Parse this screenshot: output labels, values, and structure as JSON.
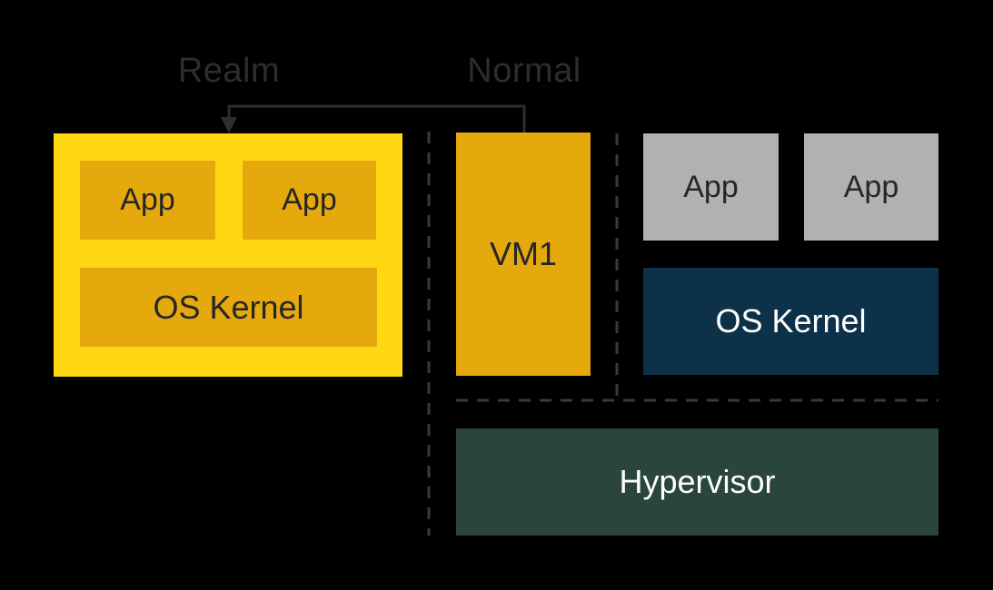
{
  "diagram": {
    "title_labels": {
      "realm": "Realm",
      "normal": "Normal"
    },
    "realm_world": {
      "apps": [
        "App",
        "App"
      ],
      "kernel": "OS Kernel"
    },
    "normal_world": {
      "vm": "VM1",
      "apps": [
        "App",
        "App"
      ],
      "kernel": "OS Kernel",
      "hypervisor": "Hypervisor"
    },
    "colors": {
      "background": "#000000",
      "realm_box": "#FFD713",
      "inner_gold": "#E5A80D",
      "app_gray": "#B1B1B1",
      "kernel_navy": "#0C3149",
      "hypervisor_green": "#2A453D",
      "line": "#2E2E2E",
      "dash": "#3A3A3A",
      "label_text": "#2D2D2D",
      "text_dark": "#262626",
      "text_light": "#FFFFFF"
    }
  }
}
